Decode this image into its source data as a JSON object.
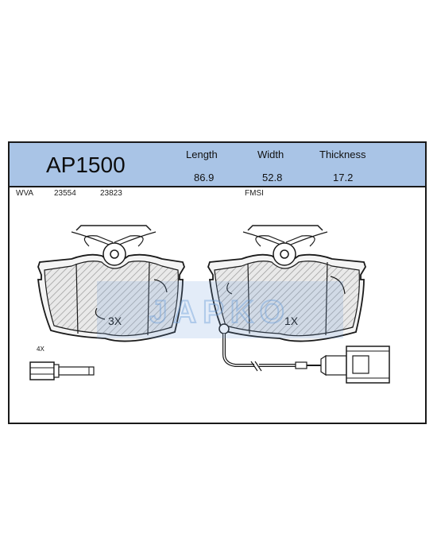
{
  "part": {
    "code": "AP1500"
  },
  "specs": {
    "length_label": "Length",
    "length_value": "86.9",
    "width_label": "Width",
    "width_value": "52.8",
    "thickness_label": "Thickness",
    "thickness_value": "17.2"
  },
  "refs": {
    "wva_label": "WVA",
    "wva_1": "23554",
    "wva_2": "23823",
    "fmsi_label": "FMSI"
  },
  "drawing": {
    "pad_left_qty": "3X",
    "pad_right_qty": "1X",
    "bolt_qty": "4X",
    "watermark": "JAPKO",
    "colors": {
      "header": "#a9c4e6",
      "watermark": "#6f9fd9",
      "outline": "#1a1a1a",
      "hatch": "#9a9a9a"
    }
  }
}
